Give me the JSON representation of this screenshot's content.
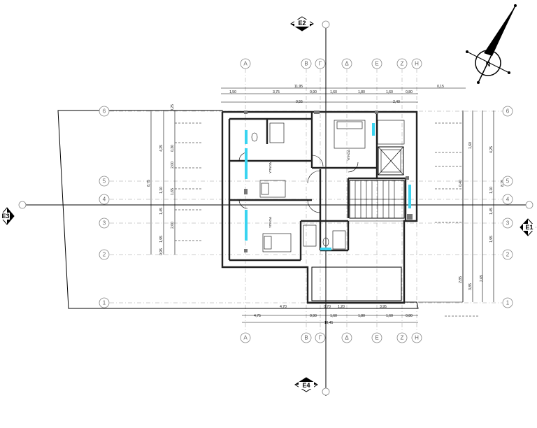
{
  "grid_top": [
    "A",
    "B",
    "Γ",
    "Δ",
    "E",
    "Z",
    "H"
  ],
  "grid_side": [
    "6",
    "5",
    "4",
    "3",
    "2",
    "1"
  ],
  "elevations": [
    "E2",
    "E3",
    "E1",
    "E4"
  ],
  "compass": "N",
  "dims_top_row1": [
    "1,50",
    "3,75",
    "0,90",
    "1,60",
    "1,80",
    "1,60",
    "0,80"
  ],
  "dims_top_row2": [
    "11,95",
    "0,55",
    "2,40",
    "0,15"
  ],
  "dims_bottom_row1": [
    "4,70",
    "0,70",
    "1,20",
    "3,95"
  ],
  "dims_bottom_row2": [
    "4,75",
    "0,90",
    "1,60",
    "1,80",
    "1,60",
    "0,80"
  ],
  "dims_bottom_row3": [
    "10,45"
  ],
  "dims_left": [
    "4,25",
    "1,10",
    "1,45",
    "1,95",
    "0,95",
    "8,75",
    "0,25",
    "2,00",
    "1,65",
    "2,00",
    "0,30"
  ],
  "dims_right": [
    "1,60",
    "4,25",
    "1,10",
    "1,45",
    "1,95",
    "8,75",
    "2,85",
    "3,85",
    "2,65",
    "0,40"
  ],
  "room_labels": [
    "ΥΠΝΟΔ",
    "ΥΠΝΟΔ",
    "ΥΠΝΟΔ"
  ]
}
